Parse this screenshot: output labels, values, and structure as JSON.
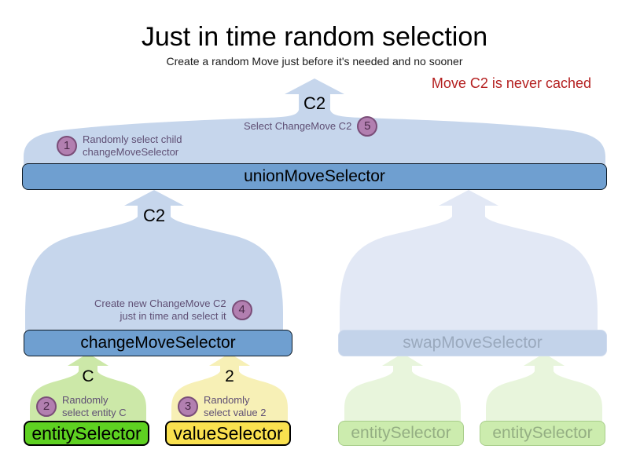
{
  "header": {
    "title": "Just in time random selection",
    "subtitle": "Create a random Move just before it's needed and no sooner",
    "note": "Move C2 is never cached",
    "note_color": "#b41f1f"
  },
  "flow_labels": {
    "top_out": "C2",
    "union_to_change": "C2",
    "change_to_entity": "C",
    "change_to_value": "2"
  },
  "steps": [
    {
      "number": "1",
      "line1": "Randomly select child",
      "line2": "changeMoveSelector"
    },
    {
      "number": "2",
      "line1": "Randomly",
      "line2": "select entity C"
    },
    {
      "number": "3",
      "line1": "Randomly",
      "line2": "select value 2"
    },
    {
      "number": "4",
      "line1": "Create new ChangeMove C2",
      "line2": "just in time and select it"
    },
    {
      "number": "5",
      "line1": "Select ChangeMove C2",
      "line2": ""
    }
  ],
  "selectors": {
    "union": "unionMoveSelector",
    "change": "changeMoveSelector",
    "swap": "swapMoveSelector",
    "entity_active": "entitySelector",
    "value_active": "valueSelector",
    "entity_faded_1": "entitySelector",
    "entity_faded_2": "entitySelector"
  },
  "colors": {
    "body_blue": "#c6d6ec",
    "body_blue_faded": "#e2e8f5",
    "bar_blue": "#6f9fd0",
    "bar_blue_faded": "#c3d3ea",
    "body_green": "#cce8a8",
    "body_green_faded": "#e8f5dc",
    "bar_green": "#5ed121",
    "body_yellow": "#f7f0b6",
    "bar_yellow": "#fae14f",
    "badge_fill": "#b27fb0",
    "badge_stroke": "#7a4d78",
    "annotation_text": "#5f4f74"
  }
}
